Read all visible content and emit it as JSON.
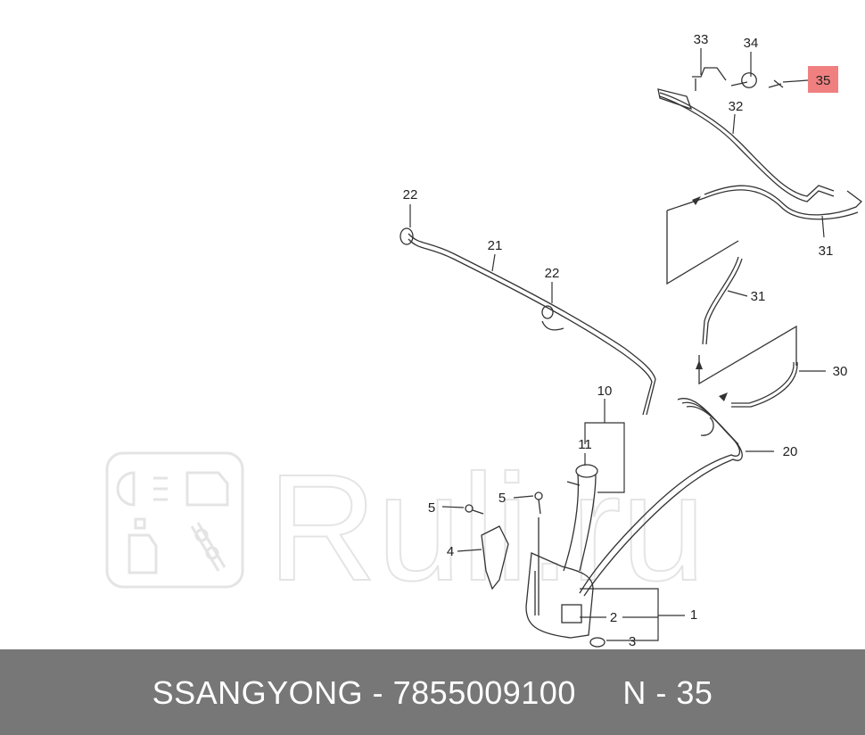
{
  "watermark": {
    "text": "Ruli.ru"
  },
  "callouts": [
    {
      "id": "c33",
      "text": "33"
    },
    {
      "id": "c34",
      "text": "34"
    },
    {
      "id": "c35",
      "text": "35"
    },
    {
      "id": "c32",
      "text": "32"
    },
    {
      "id": "c22a",
      "text": "22"
    },
    {
      "id": "c21",
      "text": "21"
    },
    {
      "id": "c22b",
      "text": "22"
    },
    {
      "id": "c31a",
      "text": "31"
    },
    {
      "id": "c31b",
      "text": "31"
    },
    {
      "id": "c30",
      "text": "30"
    },
    {
      "id": "c10",
      "text": "10"
    },
    {
      "id": "c11",
      "text": "11"
    },
    {
      "id": "c20",
      "text": "20"
    },
    {
      "id": "c5a",
      "text": "5"
    },
    {
      "id": "c5b",
      "text": "5"
    },
    {
      "id": "c4",
      "text": "4"
    },
    {
      "id": "c2",
      "text": "2"
    },
    {
      "id": "c1",
      "text": "1"
    },
    {
      "id": "c3",
      "text": "3"
    }
  ],
  "highlight": {
    "callout": "35",
    "color": "#f08080"
  },
  "colors": {
    "footer_bg": "#777777",
    "footer_text": "#ffffff",
    "line": "#333333",
    "watermark": "#e4e4e4"
  },
  "footer": {
    "text": "SSANGYONG - 7855009100     N - 35"
  }
}
